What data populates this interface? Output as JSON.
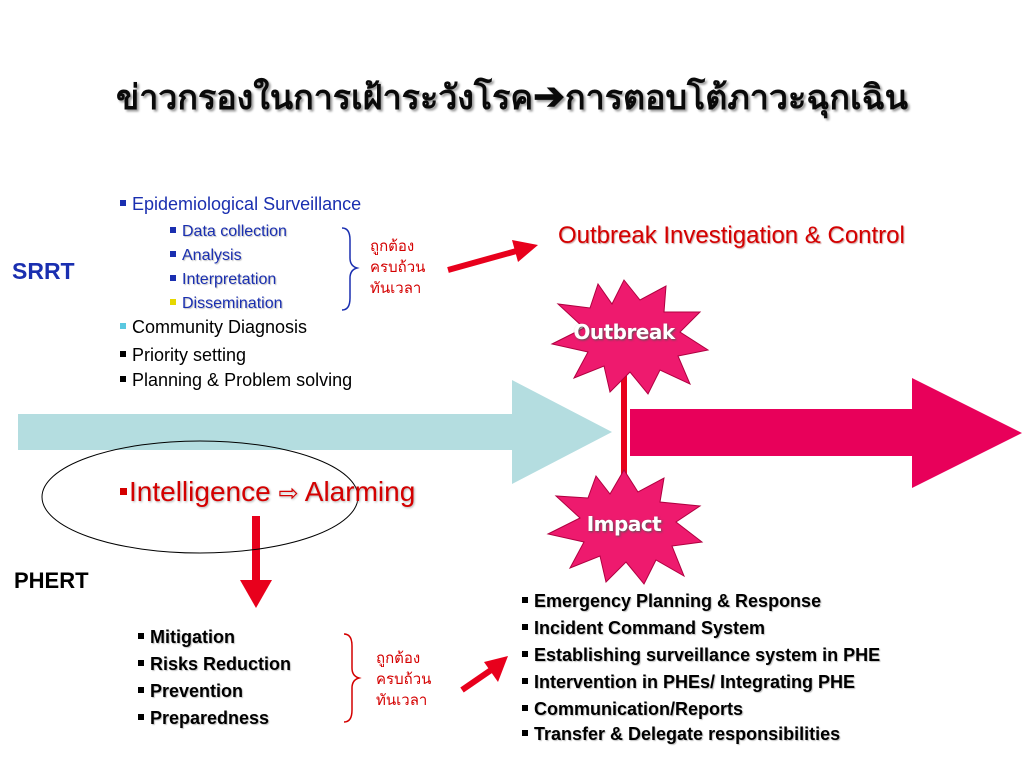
{
  "title": {
    "left": "ข่าวกรองในการเฝ้าระวังโรค",
    "right": "การตอบโต้ภาวะฉุกเฉิน"
  },
  "labels": {
    "srrt": "SRRT",
    "phert": "PHERT"
  },
  "srrt": {
    "main_item": "Epidemiological Surveillance",
    "sub_items": [
      "Data collection",
      "Analysis",
      "Interpretation",
      "Dissemination"
    ],
    "community": "Community Diagnosis",
    "priority": "Priority setting",
    "planning": "Planning & Problem solving"
  },
  "thai_note_top": [
    "ถูกต้อง",
    "ครบถ้วน",
    "ทันเวลา"
  ],
  "thai_note_bottom": [
    "ถูกต้อง",
    "ครบถ้วน",
    "ทันเวลา"
  ],
  "outbreak_investigation": "Outbreak Investigation & Control",
  "stars": {
    "outbreak": "Outbreak",
    "impact": "Impact"
  },
  "intelligence": {
    "left": "Intelligence",
    "right": "Alarming"
  },
  "phert_items": [
    "Mitigation",
    "Risks Reduction",
    "Prevention",
    "Preparedness"
  ],
  "response_items": [
    "Emergency Planning & Response",
    "Incident Command System",
    "Establishing surveillance system in PHE",
    "Intervention in PHEs/ Integrating PHE",
    "Communication/Reports",
    "Transfer & Delegate responsibilities"
  ],
  "colors": {
    "red": "#e8001c",
    "pink": "#e8005a",
    "lightblue": "#b4dde0",
    "blue": "#1a2fb0"
  }
}
